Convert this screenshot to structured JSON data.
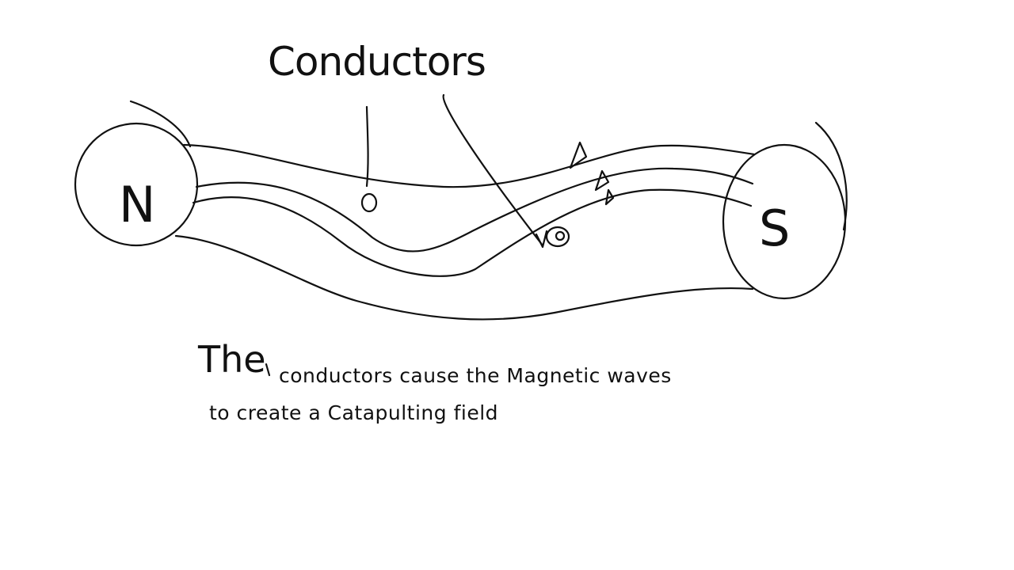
{
  "diagram": {
    "label_conductors": "Conductors",
    "pole_north": "N",
    "pole_south": "S",
    "caption": {
      "first_word": "The",
      "line1_rest": "conductors cause the Magnetic waves",
      "line2": "to create a Catapulting field"
    }
  }
}
